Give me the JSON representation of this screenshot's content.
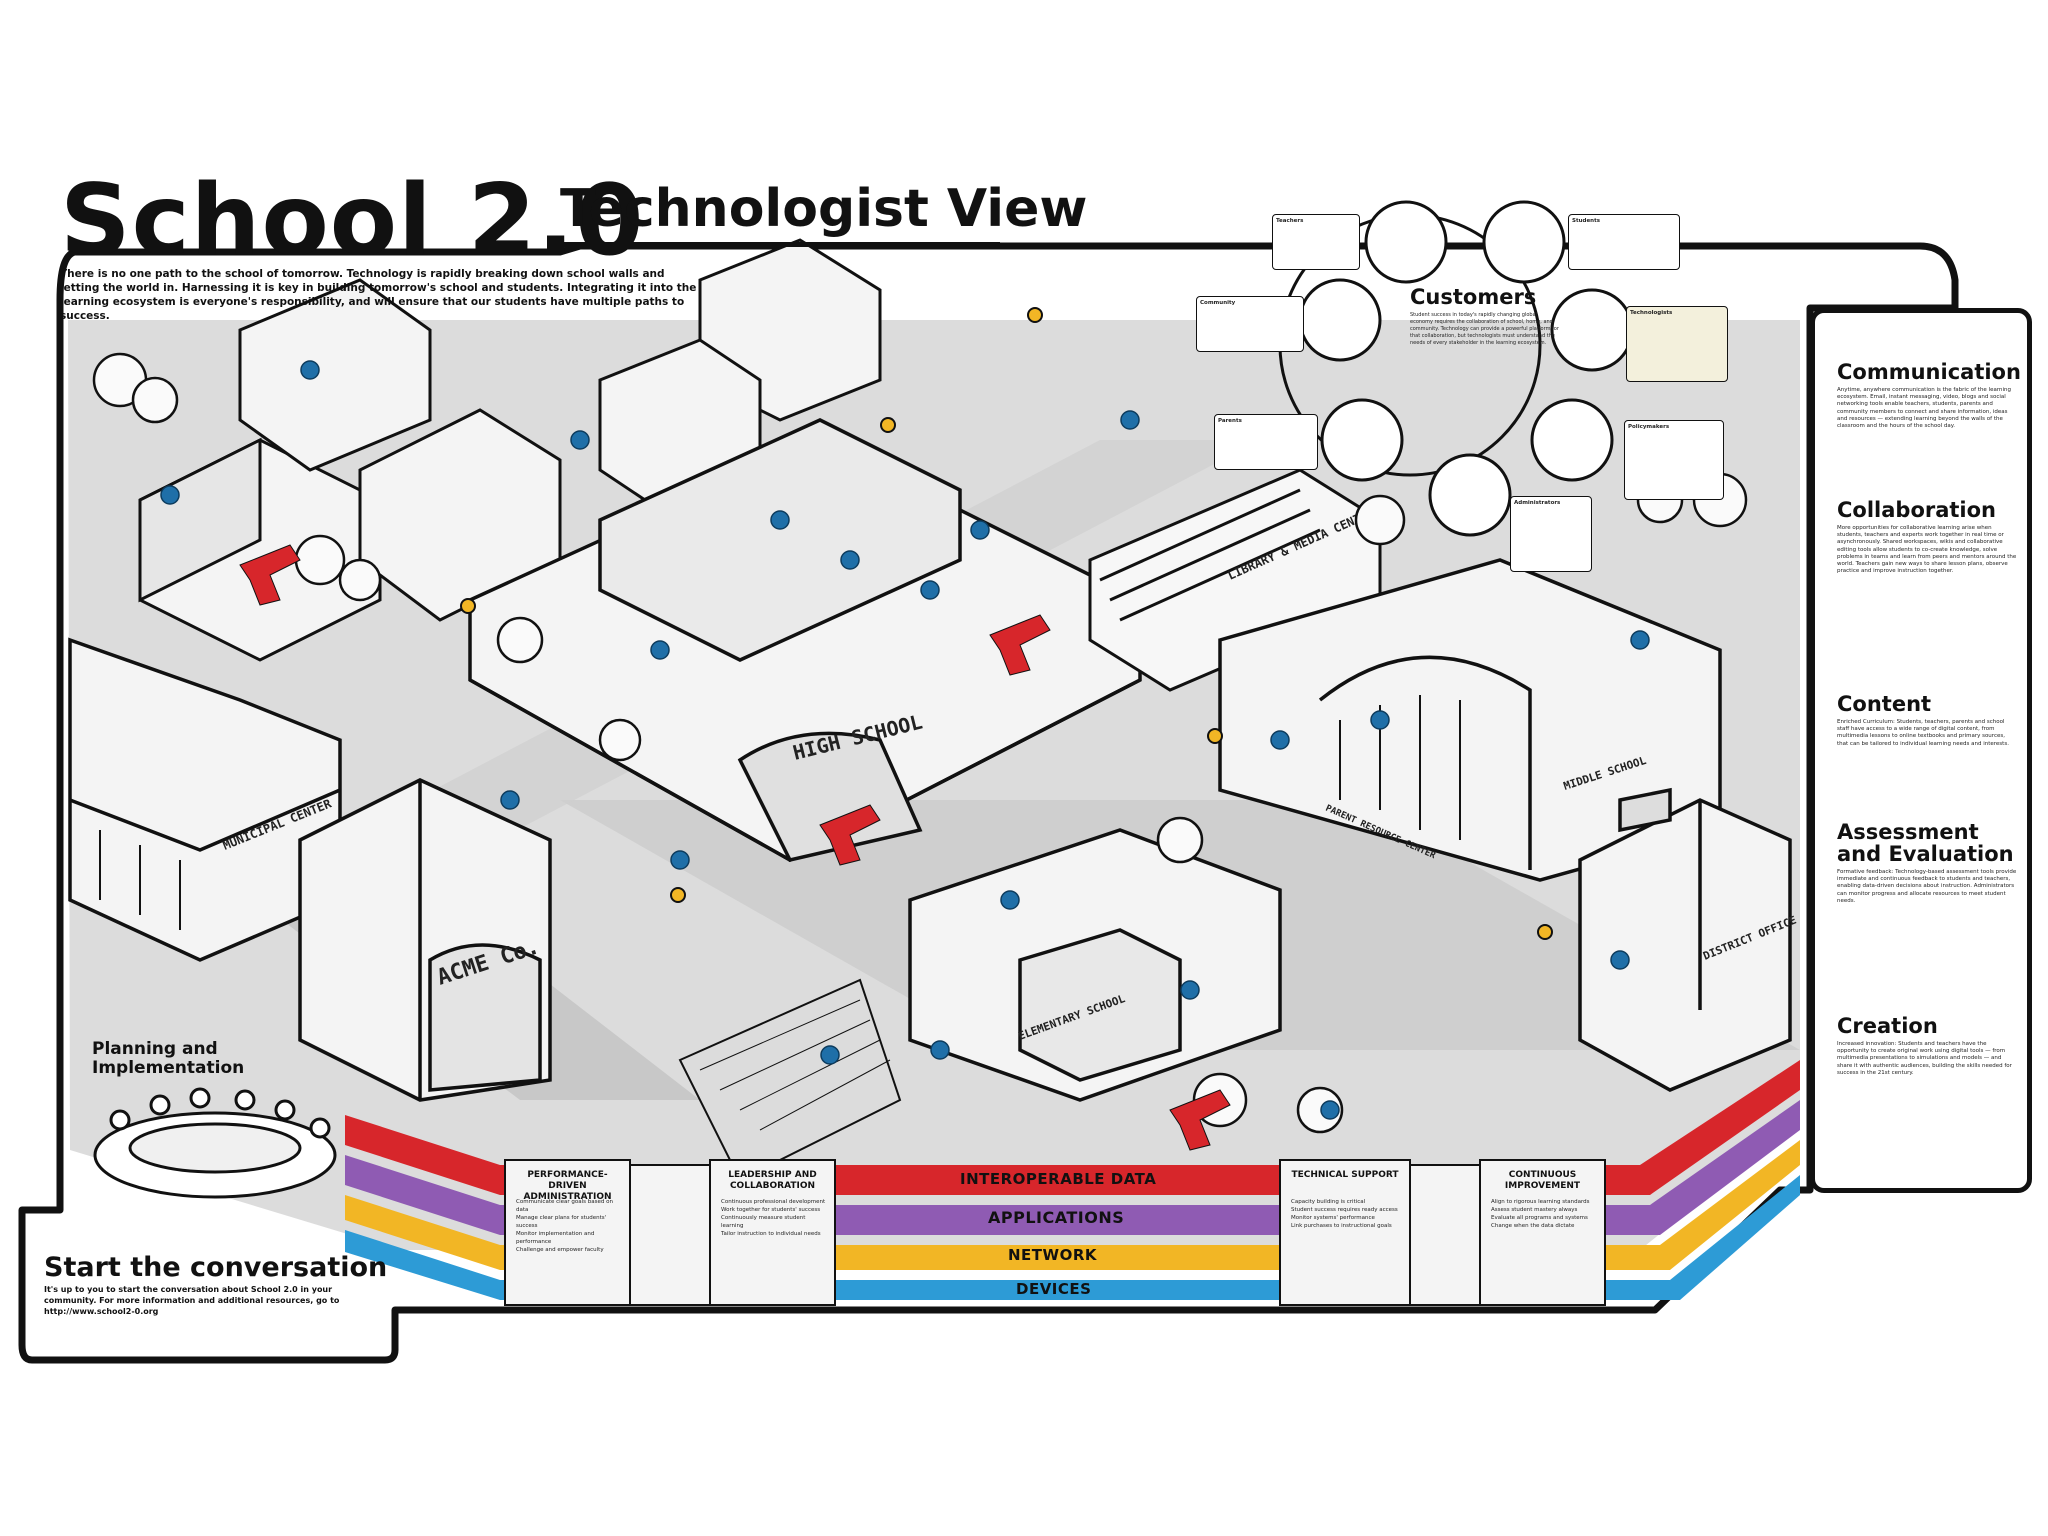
{
  "header": {
    "title": "School 2.0",
    "subtitle": "Technologist View",
    "intro": "There is no one path to the school of tomorrow. Technology is rapidly breaking down school walls and letting the world in. Harnessing it is key in building tomorrow's school and students. Integrating it into the learning ecosystem is everyone's responsibility, and will ensure that our students have multiple paths to success."
  },
  "customers": {
    "label": "Customers",
    "body": "Student success in today's rapidly changing global economy requires the collaboration of school, home, and community. Technology can provide a powerful platform for that collaboration, but technologists must understand the needs of every stakeholder in the learning ecosystem.",
    "roles": [
      "Teachers",
      "Students",
      "Community",
      "Technologists",
      "Parents",
      "Policymakers",
      "Administrators"
    ]
  },
  "buildings": {
    "high_school": "HIGH SCHOOL",
    "library": "LIBRARY & MEDIA CENTER",
    "municipal": "MUNICIPAL CENTER",
    "middle_school": "MIDDLE SCHOOL",
    "parent_center": "PARENT RESOURCE CENTER",
    "elementary": "ELEMENTARY SCHOOL",
    "district": "DISTRICT OFFICE",
    "acme": "ACME Co."
  },
  "right_panel": [
    {
      "heading": "Communication",
      "body": "Anytime, anywhere communication is the fabric of the learning ecosystem. Email, instant messaging, video, blogs and social networking tools enable teachers, students, parents and community members to connect and share information, ideas and resources — extending learning beyond the walls of the classroom and the hours of the school day."
    },
    {
      "heading": "Collaboration",
      "body": "More opportunities for collaborative learning arise when students, teachers and experts work together in real time or asynchronously. Shared workspaces, wikis and collaborative editing tools allow students to co-create knowledge, solve problems in teams and learn from peers and mentors around the world. Teachers gain new ways to share lesson plans, observe practice and improve instruction together."
    },
    {
      "heading": "Content",
      "body": "Enriched Curriculum: Students, teachers, parents and school staff have access to a wide range of digital content, from multimedia lessons to online textbooks and primary sources, that can be tailored to individual learning needs and interests."
    },
    {
      "heading": "Assessment and Evaluation",
      "body": "Formative feedback: Technology-based assessment tools provide immediate and continuous feedback to students and teachers, enabling data-driven decisions about instruction. Administrators can monitor progress and allocate resources to meet student needs."
    },
    {
      "heading": "Creation",
      "body": "Increased innovation: Students and teachers have the opportunity to create original work using digital tools — from multimedia presentations to simulations and models — and share it with authentic audiences, building the skills needed for success in the 21st century."
    }
  ],
  "bottom": {
    "planning_label": "Planning and Implementation",
    "start_heading": "Start the conversation",
    "start_body": "It's up to you to start the conversation about School 2.0 in your community. For more information and additional resources, go to http://www.school2-0.org",
    "bands": {
      "data": "INTEROPERABLE DATA",
      "applications": "APPLICATIONS",
      "network": "NETWORK",
      "devices": "DEVICES"
    },
    "columns": [
      {
        "heading": "PERFORMANCE-DRIVEN ADMINISTRATION",
        "items": [
          "Communicate clear goals based on data",
          "Manage clear plans for students' success",
          "Monitor implementation and performance",
          "Challenge and empower faculty"
        ]
      },
      {
        "heading": "LEADERSHIP AND COLLABORATION",
        "items": [
          "Continuous professional development",
          "Work together for students' success",
          "Continuously measure student learning",
          "Tailor instruction to individual needs"
        ]
      },
      {
        "heading": "TECHNICAL SUPPORT",
        "items": [
          "Capacity building is critical",
          "Student success requires ready access",
          "Monitor systems' performance",
          "Link purchases to instructional goals"
        ]
      },
      {
        "heading": "CONTINUOUS IMPROVEMENT",
        "items": [
          "Align to rigorous learning standards",
          "Assess student mastery always",
          "Evaluate all programs and systems",
          "Change when the data dictate"
        ]
      }
    ]
  },
  "colors": {
    "ink": "#111111",
    "ground": "#d9d9d9",
    "red_band": "#d7262b",
    "purple_band": "#8f5bb3",
    "yellow_band": "#f2b625",
    "blue_band": "#2d9bd6",
    "tech_blue": "#1f6fa8",
    "note_bg": "#f3f0dc"
  }
}
